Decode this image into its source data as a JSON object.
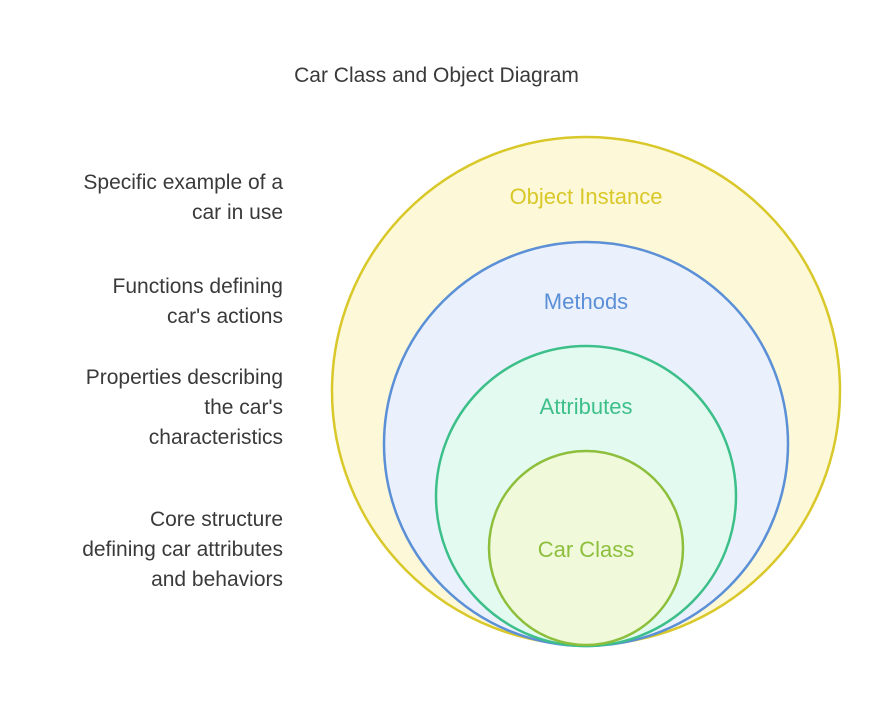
{
  "title": "Car Class and Object Diagram",
  "layers": [
    {
      "label": "Object Instance",
      "description": "Specific example of a\ncar in use",
      "stroke": "#d9c829",
      "fill": "#fdf8d8",
      "text_color": "#d9c829"
    },
    {
      "label": "Methods",
      "description": "Functions defining\ncar's actions",
      "stroke": "#5b8fd6",
      "fill": "#eaf1fd",
      "text_color": "#5b8fd6"
    },
    {
      "label": "Attributes",
      "description": "Properties describing\nthe car's\ncharacteristics",
      "stroke": "#3dbf8a",
      "fill": "#e3faf0",
      "text_color": "#3dbf8a"
    },
    {
      "label": "Car Class",
      "description": "Core structure\ndefining car attributes\nand behaviors",
      "stroke": "#8dbf3d",
      "fill": "#f0fadb",
      "text_color": "#8dbf3d"
    }
  ]
}
